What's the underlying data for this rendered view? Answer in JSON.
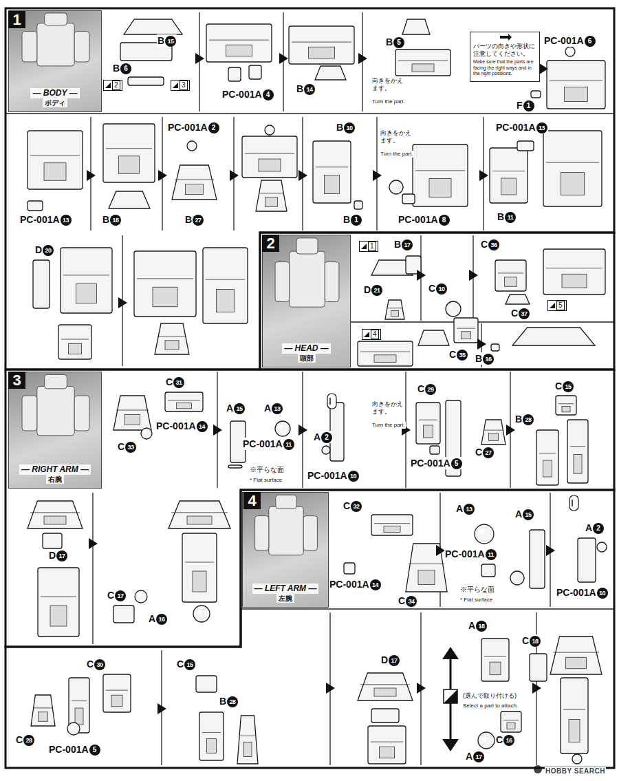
{
  "diagram": {
    "nodes": [
      {
        "text": [
          "1"
        ]
      },
      {
        "text": [
          "— BODY —",
          "ボディ"
        ],
        "in": 0
      },
      {
        "text": [
          "パーツの向きや形状に注意してください。",
          "Make sure that the parts are facing the right ways and in the right positions."
        ],
        "in": 0
      },
      {
        "text": [
          "2"
        ]
      },
      {
        "text": [
          "— HEAD —",
          "頭部"
        ],
        "in": 3
      },
      {
        "text": [
          "3"
        ]
      },
      {
        "text": [
          "— RIGHT ARM —",
          "右腕"
        ],
        "in": 5
      },
      {
        "text": [
          "4"
        ]
      },
      {
        "text": [
          "— LEFT ARM —",
          "左腕"
        ],
        "in": 7
      }
    ],
    "labels": [
      "B15",
      "B6",
      "2",
      "3",
      "PC-001A4",
      "B14",
      "B5",
      "向きをかえます。",
      "Turn the part.",
      "PC-001A6",
      "F1",
      "PC-001A13",
      "B18",
      "PC-001A2",
      "B27",
      "B10",
      "B1",
      "向きをかえます。",
      "Turn the part.",
      "PC-001A8",
      "PC-001A13",
      "B11",
      "D20",
      "1",
      "B17",
      "D21",
      "C10",
      "C36",
      "5",
      "4",
      "C35",
      "C37",
      "B16",
      "C31",
      "PC-001A14",
      "C33",
      "A15",
      "A13",
      "PC-001A11",
      "※平らな面",
      "* Flat surface",
      "A2",
      "PC-001A10",
      "向きをかえます。",
      "Turn the part.",
      "C29",
      "C27",
      "PC-001A5",
      "C15",
      "B28",
      "D17",
      "C17",
      "A16",
      "C32",
      "PC-001A14",
      "C34",
      "A13",
      "PC-001A11",
      "A15",
      "※平らな面",
      "* Flat surface",
      "A2",
      "PC-001A10",
      "C30",
      "C28",
      "PC-001A5",
      "C15",
      "B28",
      "D17",
      "A18",
      "C18",
      "(選んで取り付ける)",
      "Select a part to attach.",
      "C16",
      "A17",
      "HOBBY SEARCH"
    ]
  }
}
